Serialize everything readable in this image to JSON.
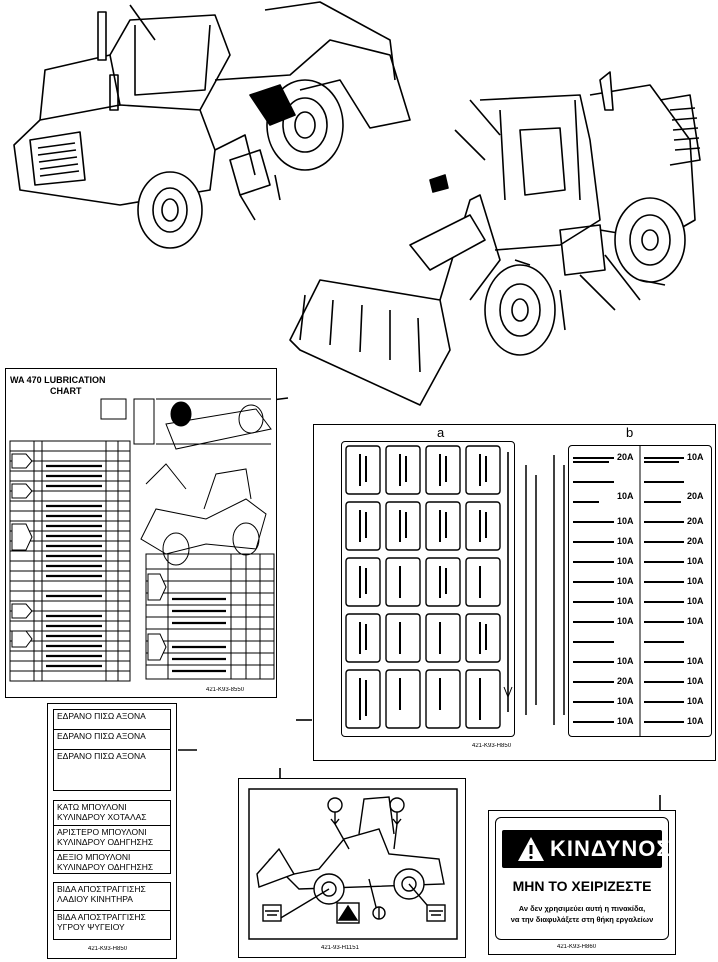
{
  "lubrication_chart": {
    "title_line1": "WA 470  LUBRICATION",
    "title_line2": "CHART",
    "part_number": "421-K93-8550"
  },
  "fuse_panel": {
    "callout_a": "a",
    "callout_b": "b",
    "ratings": [
      "20A",
      "10A",
      "10A",
      "20A",
      "10A",
      "20A",
      "10A",
      "20A",
      "10A",
      "10A",
      "10A",
      "10A",
      "10A",
      "10A",
      "10A",
      "10A",
      "10A",
      "10A",
      "20A",
      "10A",
      "10A",
      "10A",
      "10A",
      "10A"
    ],
    "part_number": "421-K93-H850"
  },
  "greek_labels": {
    "items": [
      "ΕΔΡΑΝΟ ΠΙΣΩ ΑΞΟΝΑ",
      "ΕΔΡΑΝΟ ΠΙΣΩ ΑΞΟΝΑ",
      "ΕΔΡΑΝΟ ΠΙΣΩ ΑΞΟΝΑ",
      "ΚΑΤΩ ΜΠΟΥΛΟΝΙ ΚΥΛΙΝΔΡΟΥ ΧΟΤΑΛΑΣ",
      "ΑΡΙΣΤΕΡΟ ΜΠΟΥΛΟΝΙ ΚΥΛΙΝΔΡΟΥ ΟΔΗΓΗΣΗΣ",
      "ΔΕΞΙΟ ΜΠΟΥΛΟΝΙ ΚΥΛΙΝΔΡΟΥ ΟΔΗΓΗΣΗΣ",
      "ΒΙΔΑ ΑΠΟΣΤΡΑΓΓΙΣΗΣ ΛΑΔΙΟΥ ΚΙΝΗΤΗΡΑ",
      "ΒΙΔΑ ΑΠΟΣΤΡΑΓΓΙΣΗΣ ΥΓΡΟΥ ΨΥΓΕΙΟΥ"
    ],
    "part_number": "421-K93-H850"
  },
  "lift_label": {
    "part_number": "421-93-H1151"
  },
  "danger_label": {
    "heading": "ΚΙΝΔΥΝΟΣ",
    "subheading": "ΜΗΝ ΤΟ ΧΕΙΡΙΖΕΣΤΕ",
    "body_line1": "Αν δεν χρησιμεύει αυτή η πινακίδα,",
    "body_line2": "να την διαφυλάξετε στη θήκη εργαλείων",
    "part_number": "421-K93-H860"
  }
}
